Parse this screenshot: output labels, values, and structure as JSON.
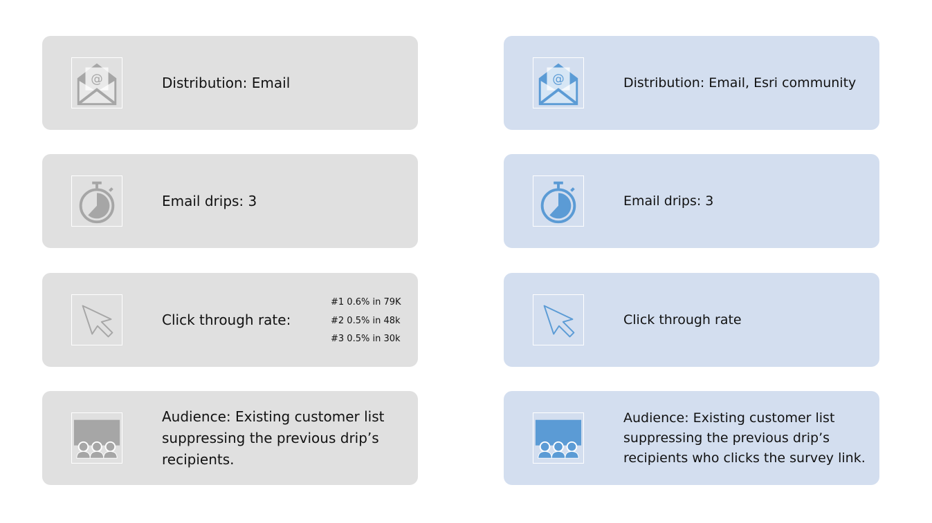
{
  "colors": {
    "gray_card": "#e0e0e0",
    "gray_icon": "#a6a6a6",
    "blue_card": "#d3deef",
    "blue_icon": "#5b9bd5"
  },
  "left": [
    {
      "icon": "email-icon",
      "text": "Distribution: Email"
    },
    {
      "icon": "stopwatch-icon",
      "text": "Email drips: 3"
    },
    {
      "icon": "cursor-icon",
      "text": "Click through rate:",
      "stats": [
        "#1 0.6% in 79K",
        "#2 0.5% in 48k",
        "#3 0.5% in 30k"
      ]
    },
    {
      "icon": "audience-icon",
      "text": "Audience: Existing customer list suppressing the previous drip’s recipients."
    }
  ],
  "right": [
    {
      "icon": "email-icon",
      "text": "Distribution: Email, Esri community"
    },
    {
      "icon": "stopwatch-icon",
      "text": "Email drips: 3"
    },
    {
      "icon": "cursor-icon",
      "text": "Click through rate"
    },
    {
      "icon": "audience-icon",
      "text": "Audience: Existing customer list suppressing the previous drip’s recipients who clicks the survey link."
    }
  ]
}
